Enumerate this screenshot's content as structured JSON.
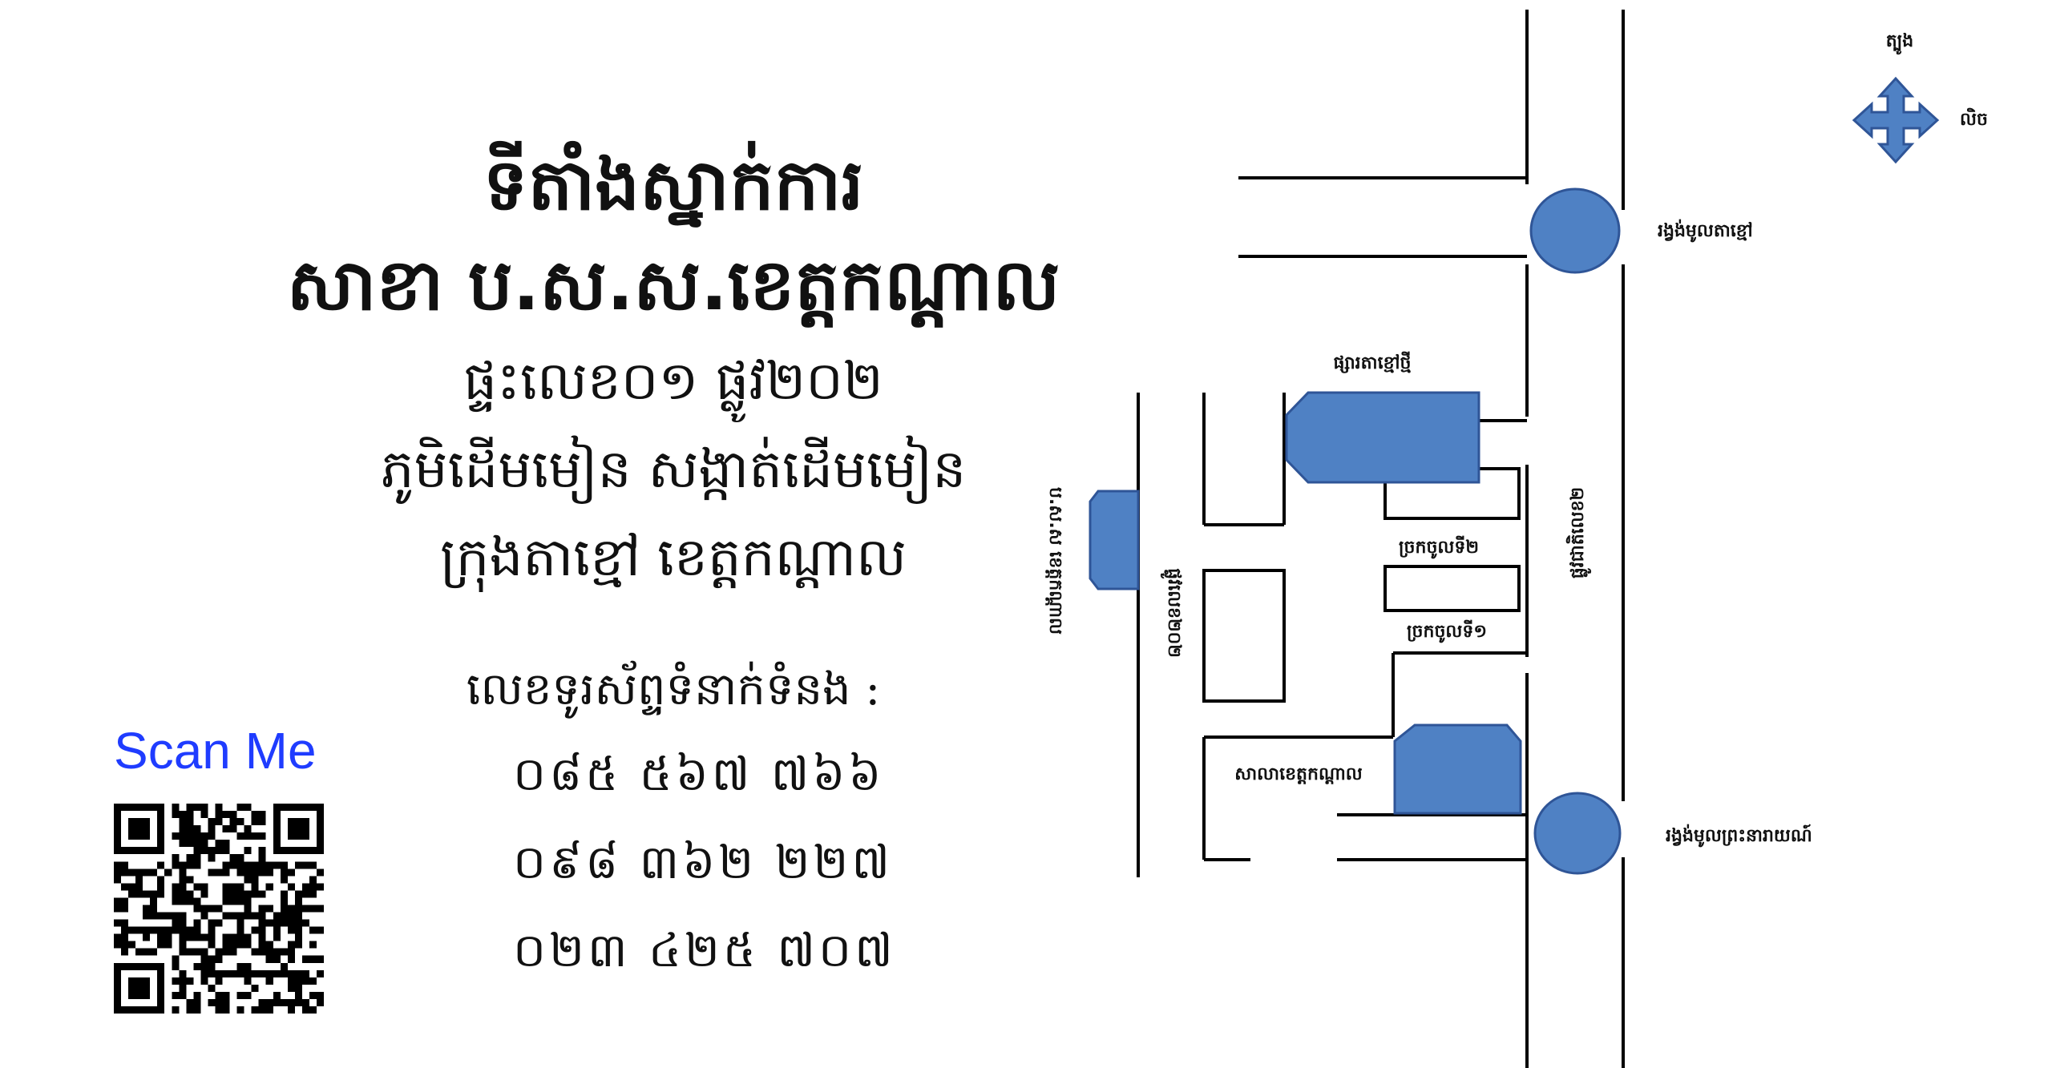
{
  "header": {
    "title_line1": "ទីតាំងស្នាក់ការ",
    "title_line2": "សាខា ប.ស.ស.ខេត្តកណ្ដាល"
  },
  "address": {
    "line1": "ផ្ទះលេខ០១ ផ្លូវ២០២",
    "line2": "ភូមិដើមមៀន សង្កាត់ដើមមៀន",
    "line3": "ក្រុងតាខ្មៅ ខេត្តកណ្តាល"
  },
  "contact": {
    "label": "លេខទូរស័ព្ទទំនាក់ទំនង :",
    "phones": [
      "០៨៥ ៥៦៧ ៧៦៦",
      "០៩៨ ៣៦២ ២២៧",
      "០២៣ ៤២៥ ៧០៧"
    ]
  },
  "qr": {
    "caption": "Scan Me"
  },
  "map": {
    "compass": {
      "north": "ត្បូង",
      "east": "លិច"
    },
    "labels": {
      "roundabout_top": "រង្វង់មូលតាខ្មៅ",
      "roundabout_bottom": "រង្វង់មូលព្រះនារាយណ៍",
      "market": "ផ្សារតាខ្មៅថ្មី",
      "national_road": "ផ្លូវជាតិលេខ២",
      "street_202": "ផ្លូវលេខ២០២",
      "nssf_office": "ប.ស.ស ខេត្តកណ្ដាល",
      "alley2": "ច្រកចូលទី២",
      "alley1": "ច្រកចូលទី១",
      "provincial_hall": "សាលាខេត្តកណ្ដាល"
    },
    "colors": {
      "fill": "#4f81c4",
      "stroke": "#2f5597"
    }
  }
}
